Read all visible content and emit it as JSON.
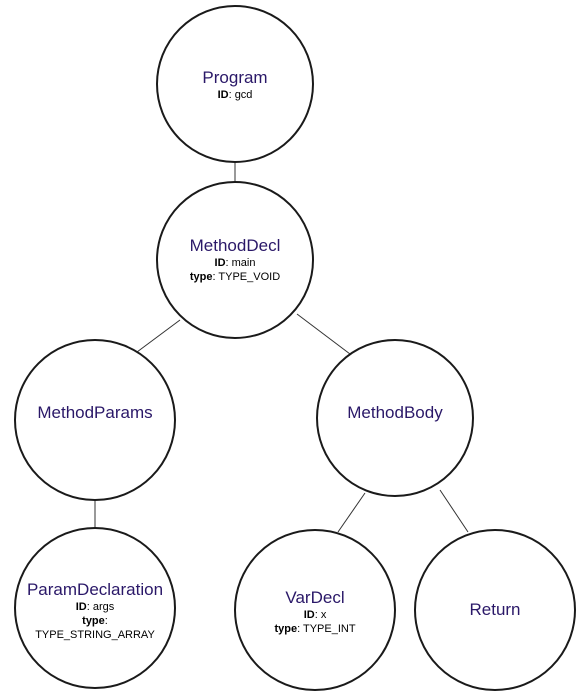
{
  "nodes": {
    "program": {
      "title": "Program",
      "attrs": [
        {
          "key": "ID",
          "value": "gcd"
        }
      ]
    },
    "methoddecl": {
      "title": "MethodDecl",
      "attrs": [
        {
          "key": "ID",
          "value": "main"
        },
        {
          "key": "type",
          "value": "TYPE_VOID"
        }
      ]
    },
    "methodparams": {
      "title": "MethodParams",
      "attrs": []
    },
    "methodbody": {
      "title": "MethodBody",
      "attrs": []
    },
    "paramdecl": {
      "title": "ParamDeclaration",
      "attrs": [
        {
          "key": "ID",
          "value": "args"
        },
        {
          "key": "type",
          "value": ""
        },
        {
          "key": "",
          "value": "TYPE_STRING_ARRAY"
        }
      ]
    },
    "vardecl": {
      "title": "VarDecl",
      "attrs": [
        {
          "key": "ID",
          "value": "x"
        },
        {
          "key": "type",
          "value": "TYPE_INT"
        }
      ]
    },
    "return": {
      "title": "Return",
      "attrs": []
    }
  },
  "colors": {
    "title": "#2a1868",
    "stroke": "#1a1a1a",
    "edge": "#333333"
  }
}
